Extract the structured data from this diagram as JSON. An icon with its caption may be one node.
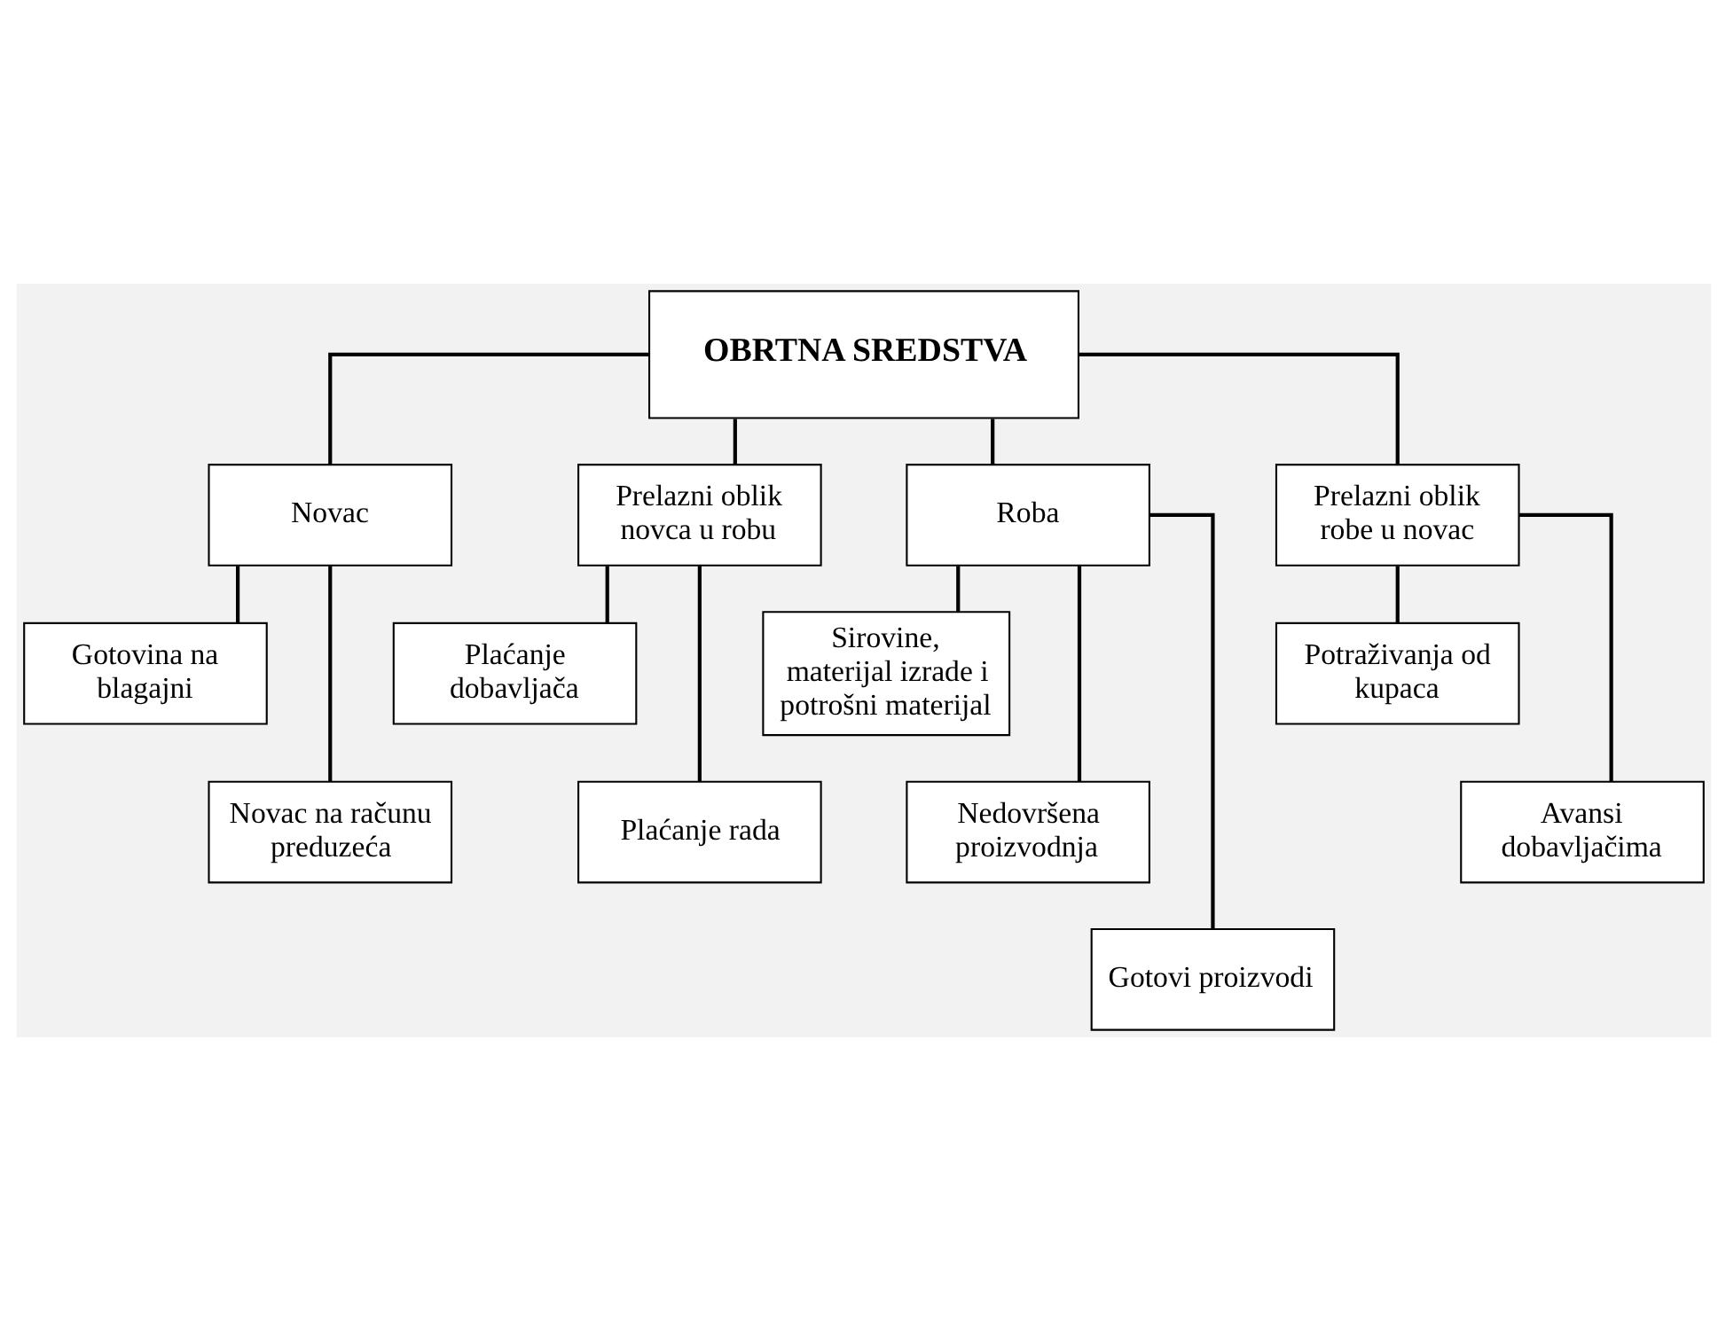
{
  "diagram": {
    "nodes": [
      {
        "text": [
          "OBRTNA SREDSTVA"
        ]
      },
      {
        "text": [
          "Novac"
        ]
      },
      {
        "text": [
          "Prelazni oblik novca u robu"
        ]
      },
      {
        "text": [
          "Roba"
        ]
      },
      {
        "text": [
          "Prelazni oblik robe u novac"
        ]
      },
      {
        "text": [
          "Gotovina na blagajni"
        ]
      },
      {
        "text": [
          "Novac na računu preduzeća"
        ]
      },
      {
        "text": [
          "Plaćanje dobavljača"
        ]
      },
      {
        "text": [
          "Plaćanje rada"
        ]
      },
      {
        "text": [
          "Sirovine, materijal izrade i potrošni materijal"
        ]
      },
      {
        "text": [
          "Nedovršena proizvodnja"
        ]
      },
      {
        "text": [
          "Gotovi proizvodi"
        ]
      },
      {
        "text": [
          "Potraživanja od kupaca"
        ]
      },
      {
        "text": [
          "Avansi dobavljačima"
        ]
      }
    ],
    "edges": [
      {
        "from": 0,
        "to": 1,
        "arrow": "none"
      },
      {
        "from": 0,
        "to": 2,
        "arrow": "none"
      },
      {
        "from": 0,
        "to": 3,
        "arrow": "none"
      },
      {
        "from": 0,
        "to": 4,
        "arrow": "none"
      },
      {
        "from": 1,
        "to": 5,
        "arrow": "none"
      },
      {
        "from": 1,
        "to": 6,
        "arrow": "none"
      },
      {
        "from": 2,
        "to": 7,
        "arrow": "none"
      },
      {
        "from": 2,
        "to": 8,
        "arrow": "none"
      },
      {
        "from": 3,
        "to": 9,
        "arrow": "none"
      },
      {
        "from": 3,
        "to": 10,
        "arrow": "none"
      },
      {
        "from": 3,
        "to": 11,
        "arrow": "none"
      },
      {
        "from": 4,
        "to": 12,
        "arrow": "none"
      },
      {
        "from": 4,
        "to": 13,
        "arrow": "none"
      }
    ]
  }
}
